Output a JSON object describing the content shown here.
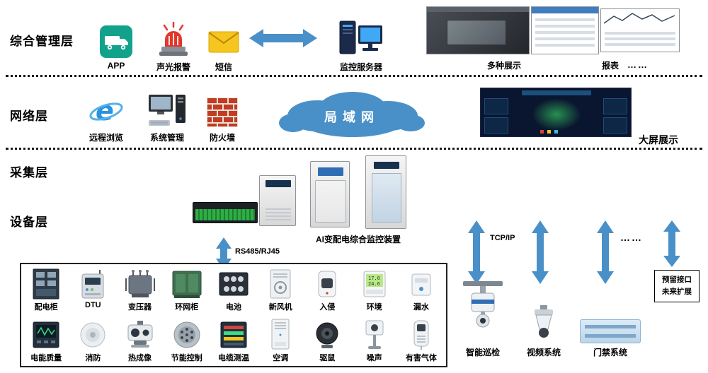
{
  "layers": {
    "management": "综合管理层",
    "network": "网络层",
    "collection": "采集层",
    "device": "设备层"
  },
  "management": {
    "app": "APP",
    "alarm": "声光报警",
    "sms": "短信",
    "server": "监控服务器",
    "displays": "多种展示",
    "report": "报表",
    "ellipsis": "……"
  },
  "network": {
    "browse": "远程浏览",
    "system": "系统管理",
    "firewall": "防火墙",
    "lan": "局域网",
    "bigscreen": "大屏展示"
  },
  "middle": {
    "ai_device": "AI变配电综合监控装置",
    "rs485": "RS485/RJ45",
    "tcpip": "TCP/IP",
    "ellipsis": "……"
  },
  "grid": {
    "row1": [
      "配电柜",
      "DTU",
      "变压器",
      "环网柜",
      "电池",
      "新风机",
      "入侵",
      "环境",
      "漏水"
    ],
    "row2": [
      "电能质量",
      "消防",
      "热成像",
      "节能控制",
      "电缆测温",
      "空调",
      "驱鼠",
      "噪声",
      "有害气体"
    ],
    "env_values": {
      "top": "17.0",
      "bottom": "24.6"
    }
  },
  "right": {
    "patrol": "智能巡检",
    "video": "视频系统",
    "access": "门禁系统",
    "reserved_line1": "预留接口",
    "reserved_line2": "未来扩展"
  },
  "colors": {
    "arrow_blue": "#4a90c8",
    "app_teal": "#12a28c",
    "alarm_red": "#e2372b",
    "sms_yellow": "#f6c51e",
    "brick_red": "#c23b22"
  }
}
